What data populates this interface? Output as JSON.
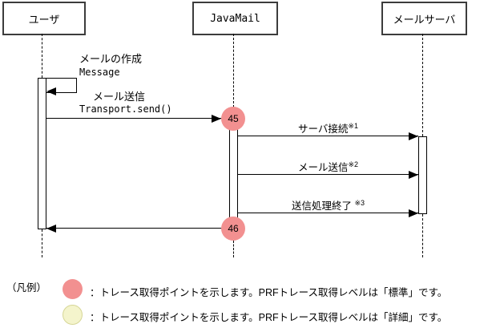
{
  "diagram": {
    "actors": [
      {
        "label": "ユーザ"
      },
      {
        "label": "JavaMail"
      },
      {
        "label": "メールサーバ"
      }
    ],
    "self_message": {
      "line1": "メールの作成",
      "line2": "Message"
    },
    "send_message": {
      "line1": "メール送信",
      "line2": "Transport.send()"
    },
    "server_messages": [
      {
        "label": "サーバ接続",
        "note": "※1"
      },
      {
        "label": "メール送信",
        "note": "※2"
      },
      {
        "label": "送信処理終了 ",
        "note": "※3"
      }
    ],
    "trace_points": [
      {
        "id": "45"
      },
      {
        "id": "46"
      }
    ],
    "colors": {
      "trace_standard": "#F29090",
      "trace_detail": "#F4F4CC",
      "trace_detail_border": "#D6D696"
    }
  },
  "legend": {
    "title": "（凡例）",
    "items": [
      {
        "swatch": "standard",
        "text": "：トレース取得ポイントを示します。PRFトレース取得レベルは「標準」です。"
      },
      {
        "swatch": "detail",
        "text": "：トレース取得ポイントを示します。PRFトレース取得レベルは「詳細」です。"
      }
    ]
  }
}
